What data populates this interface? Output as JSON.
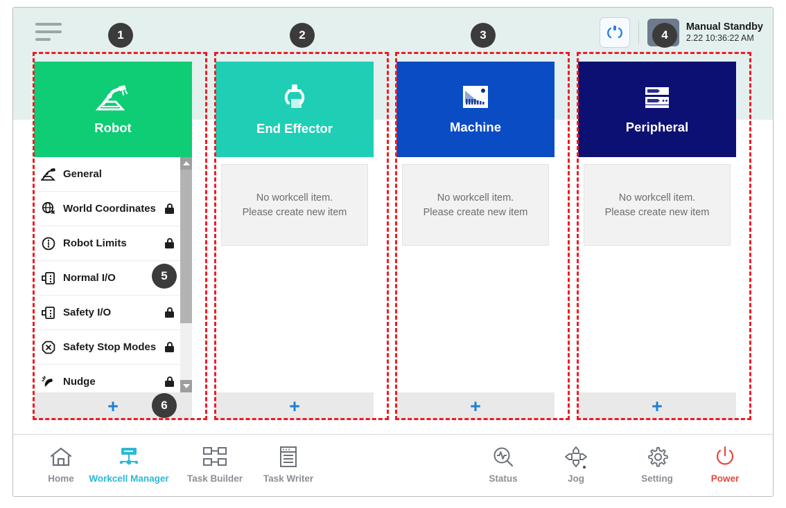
{
  "header": {
    "menu_icon": "hamburger-icon",
    "robot_button_icon": "robot-arm-icon",
    "mode_icon": "manual-hand-icon",
    "mode_title": "Manual Standby",
    "mode_time": "2.22 10:36:22 AM"
  },
  "cards": [
    {
      "key": "robot",
      "title": "Robot",
      "icon": "robot-arm-icon",
      "color": "#0ecd74",
      "footer_plus": "+"
    },
    {
      "key": "end-effector",
      "title": "End Effector",
      "icon": "gripper-icon",
      "color": "#1ecfb6",
      "empty_line1": "No workcell item.",
      "empty_line2": "Please create new item",
      "footer_plus": "+"
    },
    {
      "key": "machine",
      "title": "Machine",
      "icon": "machine-icon",
      "color": "#0a4cc4",
      "empty_line1": "No workcell item.",
      "empty_line2": "Please create new item",
      "footer_plus": "+"
    },
    {
      "key": "peripheral",
      "title": "Peripheral",
      "icon": "peripheral-icon",
      "color": "#0d1073",
      "empty_line1": "No workcell item.",
      "empty_line2": "Please create new item",
      "footer_plus": "+"
    }
  ],
  "robot_list": [
    {
      "label": "General",
      "icon": "robot-arm-icon",
      "locked": false
    },
    {
      "label": "World Coordinates",
      "icon": "globe-axis-icon",
      "locked": true
    },
    {
      "label": "Robot Limits",
      "icon": "limits-circle-icon",
      "locked": true
    },
    {
      "label": "Normal I/O",
      "icon": "io-connector-icon",
      "locked": false
    },
    {
      "label": "Safety I/O",
      "icon": "io-connector-icon",
      "locked": true
    },
    {
      "label": "Safety Stop Modes",
      "icon": "octagon-x-icon",
      "locked": true
    },
    {
      "label": "Nudge",
      "icon": "hand-nudge-icon",
      "locked": true
    }
  ],
  "bottom_nav": [
    {
      "label": "Home",
      "icon": "home-icon",
      "active": false
    },
    {
      "label": "Workcell Manager",
      "icon": "workcell-icon",
      "active": true
    },
    {
      "label": "Task Builder",
      "icon": "task-builder-icon",
      "active": false
    },
    {
      "label": "Task Writer",
      "icon": "task-writer-icon",
      "active": false
    },
    {
      "label": "Status",
      "icon": "status-icon",
      "active": false
    },
    {
      "label": "Jog",
      "icon": "jog-icon",
      "active": false
    },
    {
      "label": "Setting",
      "icon": "gear-icon",
      "active": false
    },
    {
      "label": "Power",
      "icon": "power-icon",
      "active": false
    }
  ],
  "annotations": [
    {
      "number": "1"
    },
    {
      "number": "2"
    },
    {
      "number": "3"
    },
    {
      "number": "4"
    },
    {
      "number": "5"
    },
    {
      "number": "6"
    }
  ],
  "colors": {
    "accent_cyan": "#2cb9d6",
    "accent_blue": "#1f7fd6",
    "power_red": "#e8453c",
    "annotation_red": "#ec1c24",
    "header_band": "#e4f0ee"
  }
}
